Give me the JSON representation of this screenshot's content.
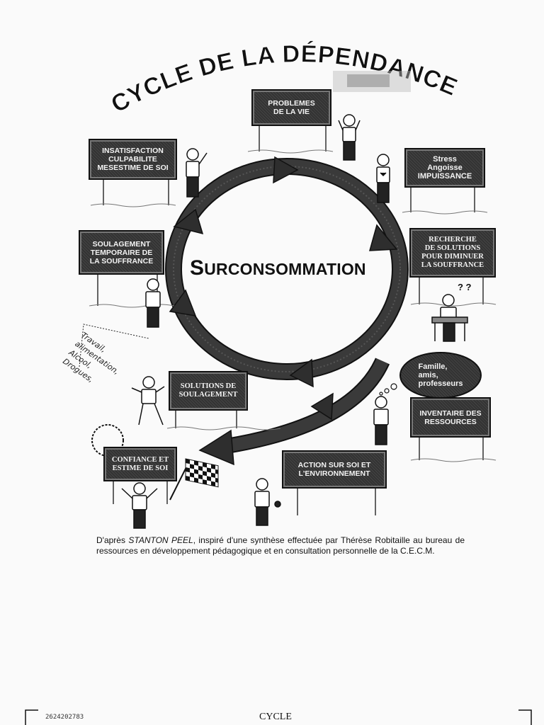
{
  "title": "CYCLE DE LA DÉPENDANCE",
  "center_label": "SURCONSOMMATION",
  "signs": {
    "problemes": "PROBLEMES\nDE LA VIE",
    "stress": "Stress\nAngoisse\nIMPUISSANCE",
    "recherche": "RECHERCHE\nDE SOLUTIONS\nPOUR DIMINUER\nLA SOUFFRANCE",
    "inventaire": "INVENTAIRE DES\nRESSOURCES",
    "action": "ACTION SUR SOI ET\nL'ENVIRONNEMENT",
    "confiance": "CONFIANCE ET\nESTIME DE SOI",
    "solutions": "SOLUTIONS DE\nSOULAGEMENT",
    "soulagement_temp": "SOULAGEMENT\nTEMPORAIRE DE\nLA SOUFFRANCE",
    "insatisfaction": "INSATISFACTION\nCULPABILITE\nMESESTIME DE SOI"
  },
  "bubble": "Famille,\namis,\nprofesseurs",
  "handwritten_list": "Travail,\nalimentation,\nAlcool,\nDrogues,",
  "question_marks": "? ?",
  "credit": {
    "prefix": "D'après ",
    "author": "STANTON PEEL",
    "suffix": ", inspiré d'une synthèse effectuée par Thérèse Robitaille au bureau de ressources en développement pédagogique et en consultation personnelle de la C.E.C.M."
  },
  "footer": {
    "doc_id": "2624202783",
    "label": "CYCLE"
  },
  "colors": {
    "sign_fill": "#3a3a3a",
    "arrow_fill": "#2e2e2e",
    "ink": "#111111"
  }
}
